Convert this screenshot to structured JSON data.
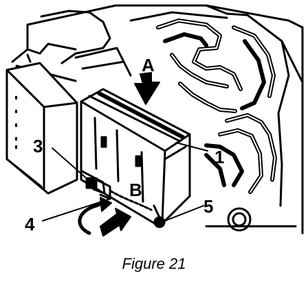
{
  "figure": {
    "caption": "Figure 21",
    "callouts": {
      "a": "A",
      "b": "B",
      "one": "1",
      "three": "3",
      "four": "4",
      "five": "5"
    }
  },
  "colors": {
    "ink": "#000000",
    "paper": "#ffffff"
  }
}
